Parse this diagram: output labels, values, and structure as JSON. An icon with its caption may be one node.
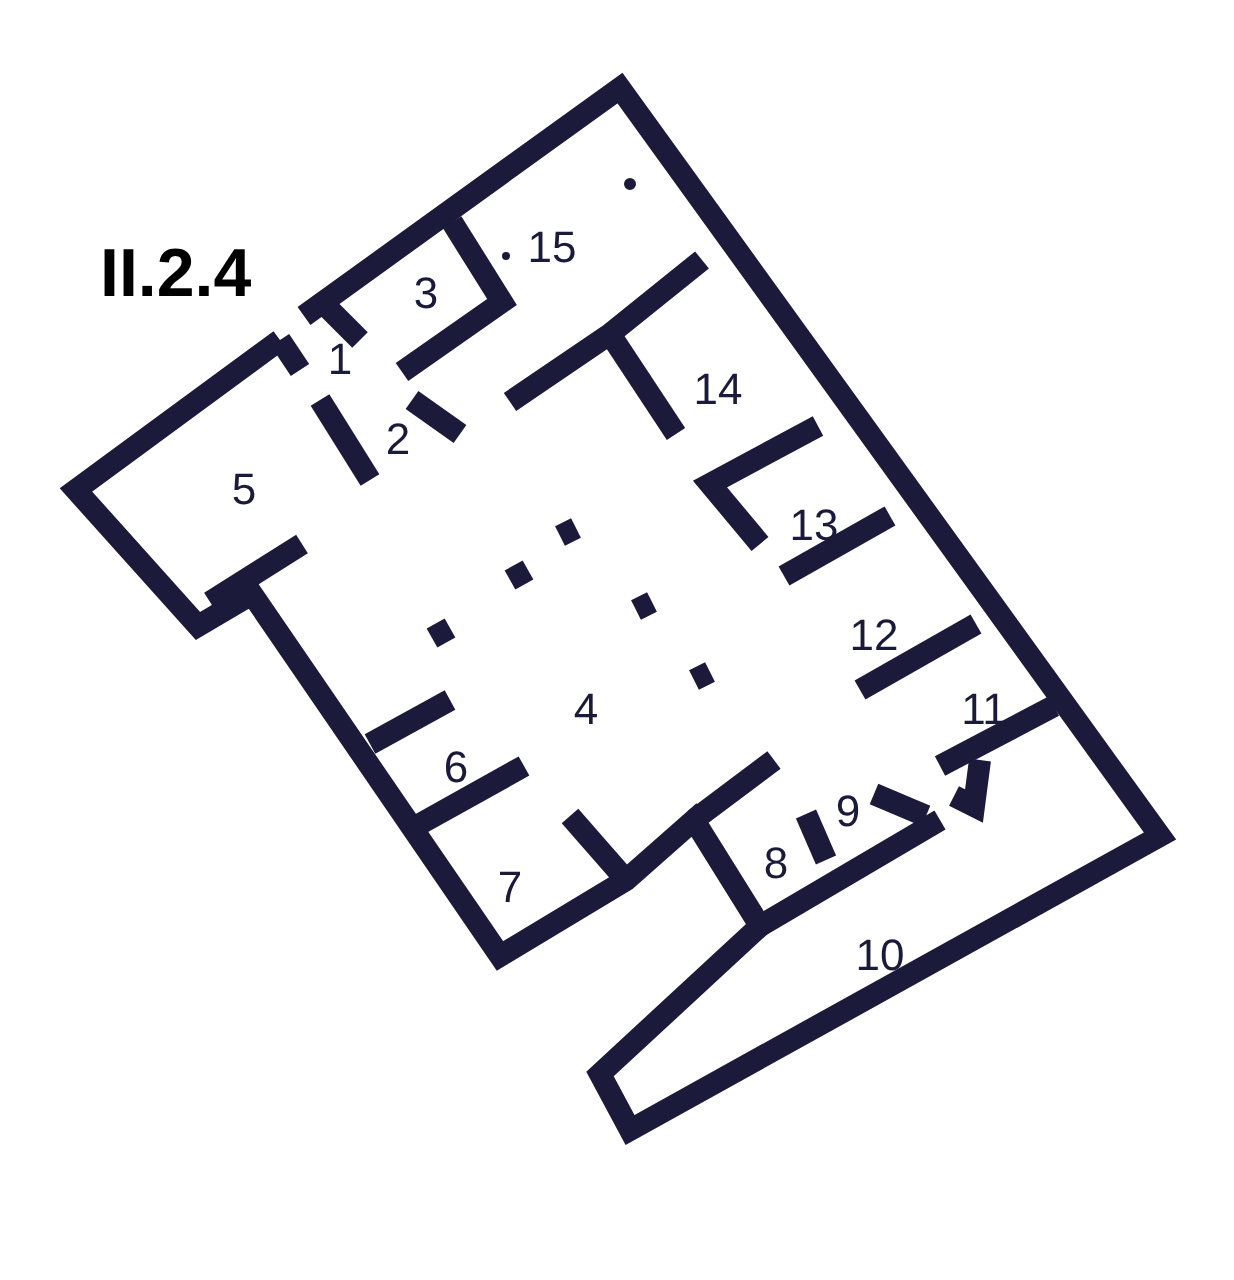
{
  "diagram": {
    "title": "II.2.4",
    "labels": [
      "3",
      "15",
      "1",
      "2",
      "14",
      "5",
      "13",
      "12",
      "4",
      "11",
      "6",
      "9",
      "7",
      "8",
      "10"
    ]
  }
}
